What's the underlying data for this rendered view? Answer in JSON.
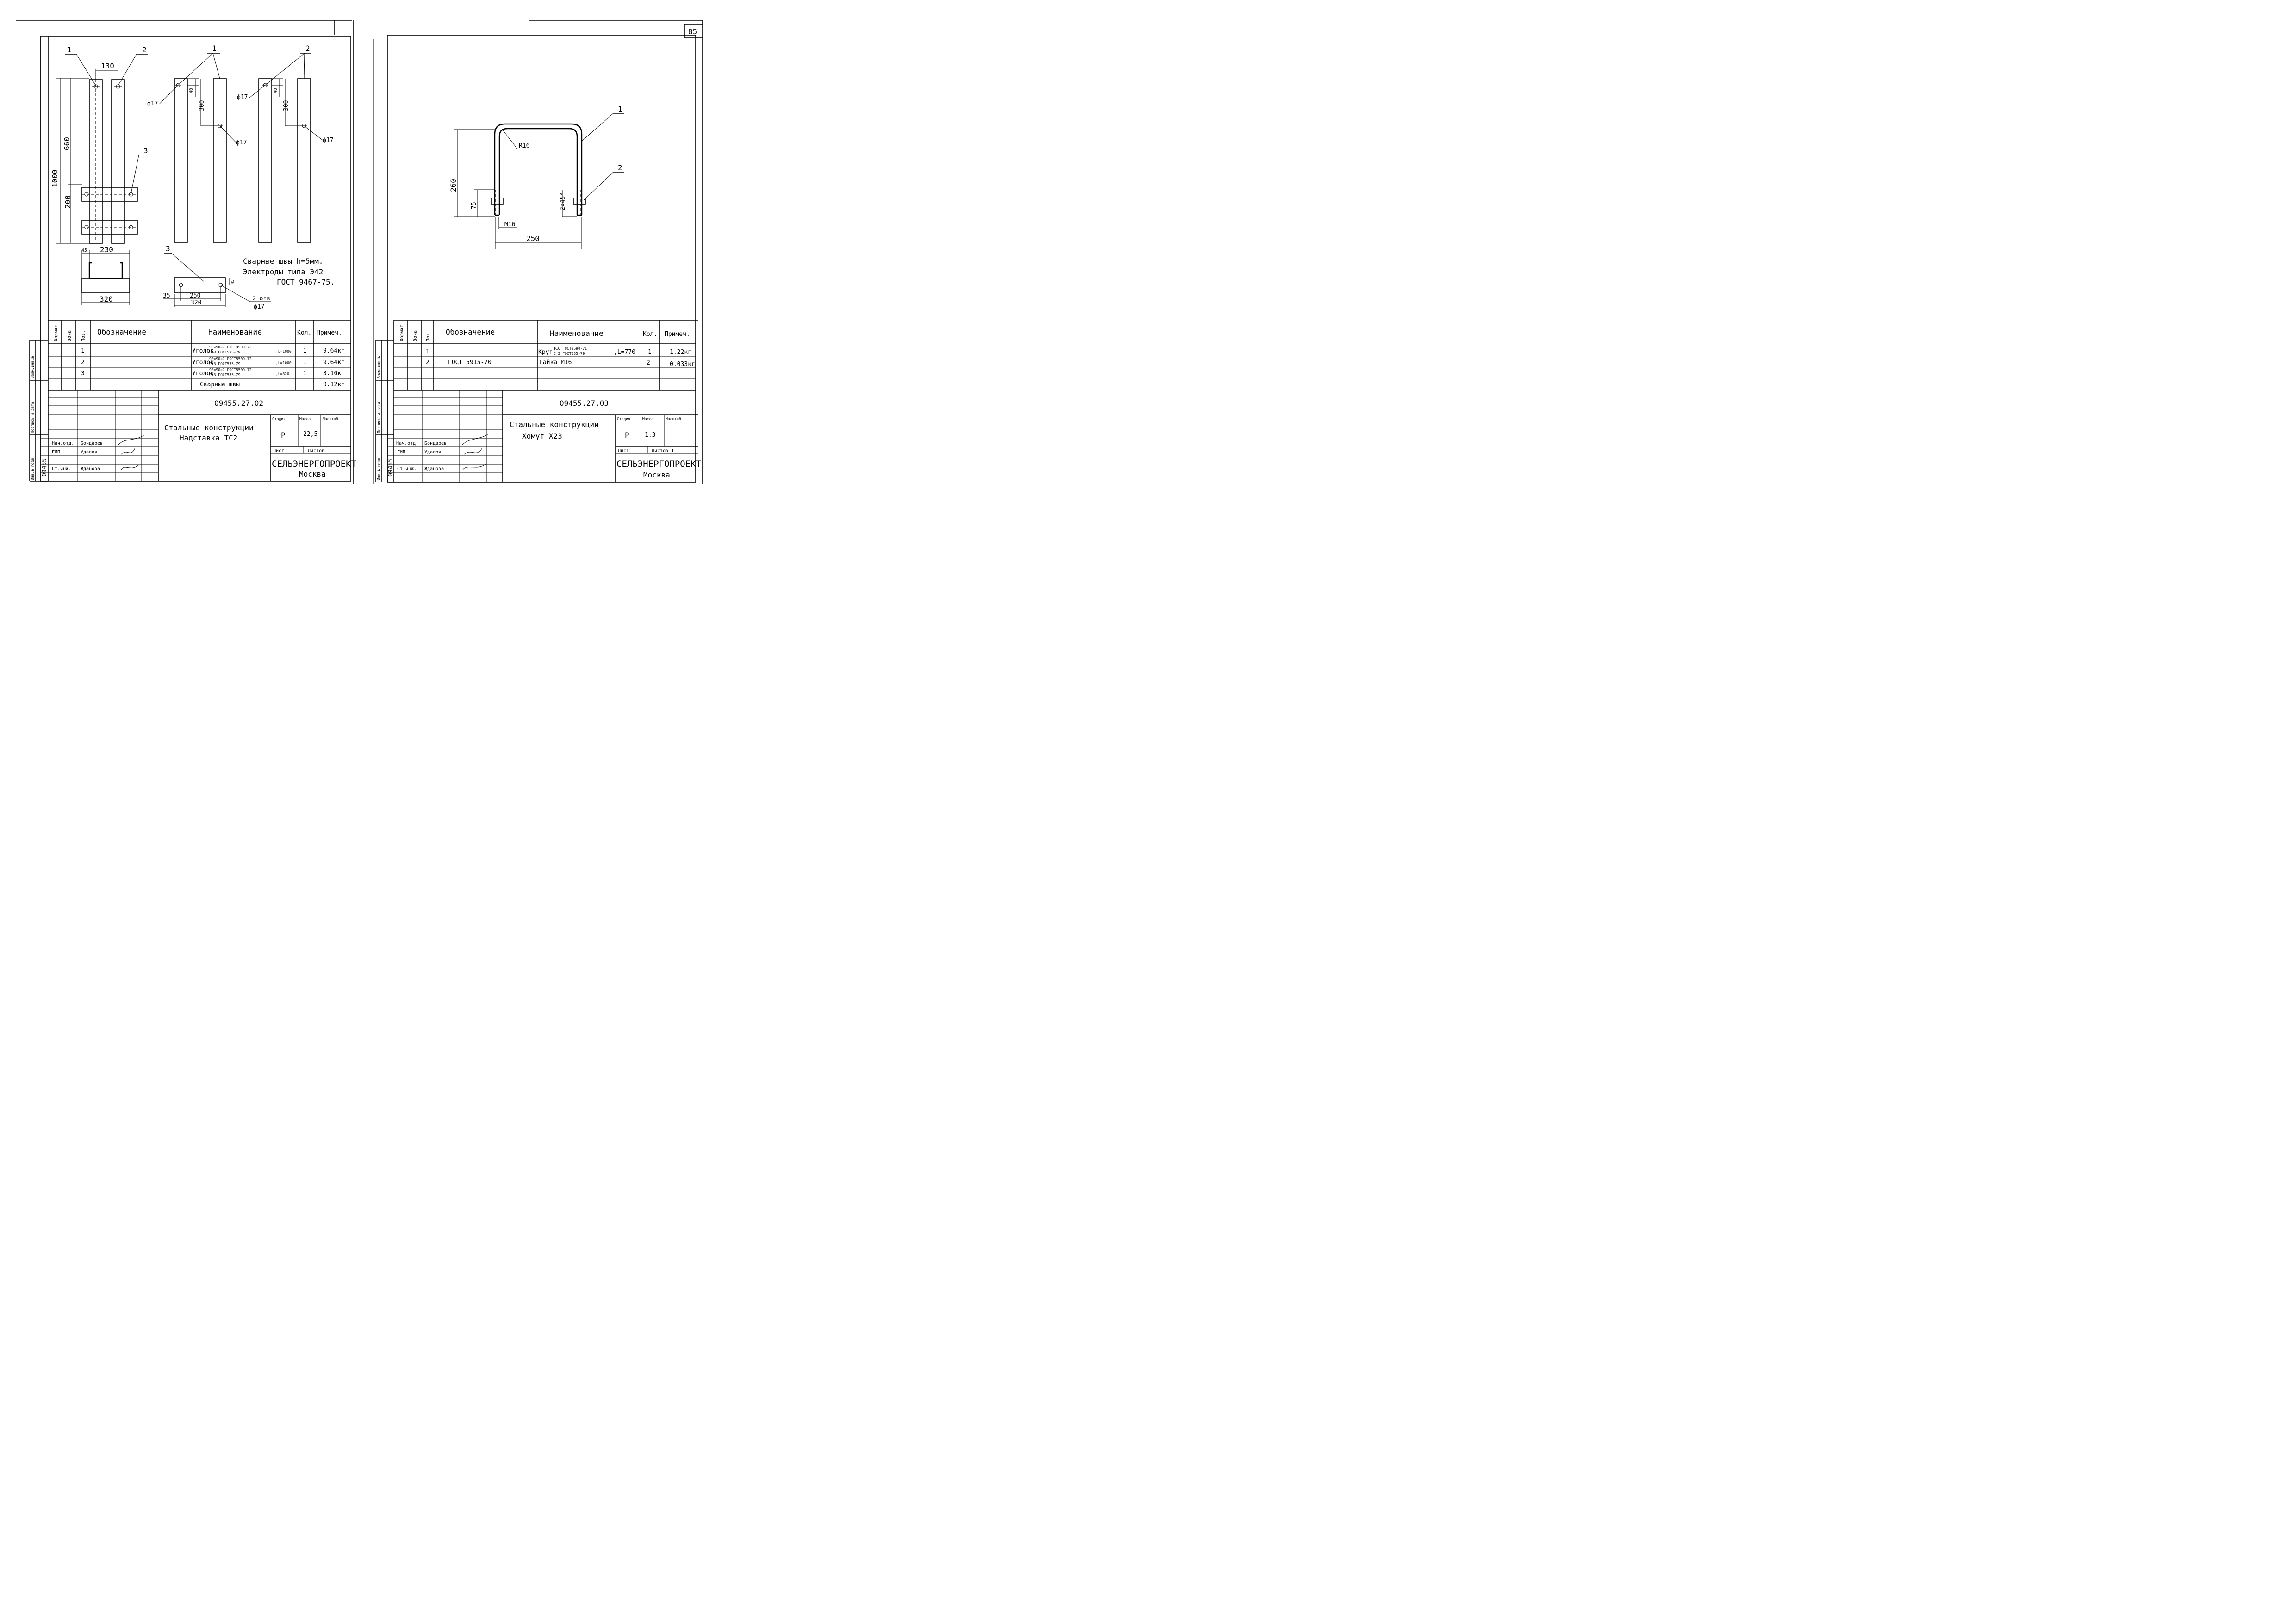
{
  "page_number": "85",
  "left_sheet": {
    "drawing": {
      "callouts": [
        "1",
        "2",
        "3"
      ],
      "dims": {
        "spacing": "130",
        "length_top": "660",
        "total": "1000",
        "lower": "200",
        "w_45": "45",
        "w_230": "230",
        "w_320": "320",
        "hole_dia": "ф17",
        "hole_top": "40",
        "hole_mid": "300",
        "plate_35": "35",
        "plate_250": "250",
        "plate_320": "320",
        "plate_45": "45",
        "holes_note": "2 отв",
        "holes_dia": "ф17"
      },
      "notes": [
        "Сварные швы h=5мм.",
        "Электроды типа Э42",
        "ГОСТ 9467-75."
      ]
    },
    "spec": {
      "headers": [
        "Формат",
        "Зона",
        "Поз.",
        "Обозначение",
        "Наименование",
        "Кол.",
        "Примеч."
      ],
      "rows": [
        {
          "pos": "1",
          "designation": "",
          "name": "Уголок",
          "upper": "90×90×7 ГОСТ8509-72",
          "lower": "Ст3 ГОСТ535-79",
          "length": ",L=1000",
          "qty": "1",
          "note": "9.64кг"
        },
        {
          "pos": "2",
          "designation": "",
          "name": "Уголок",
          "upper": "90×90×7 ГОСТ8509-72",
          "lower": "Ст3 ГОСТ535-79",
          "length": ",L=1000",
          "qty": "1",
          "note": "9.64кг"
        },
        {
          "pos": "3",
          "designation": "",
          "name": "Уголок",
          "upper": "90×90×7 ГОСТ8509-72",
          "lower": "Ст3 ГОСТ535-79",
          "length": ",L=320",
          "qty": "1",
          "note": "3.10кг"
        },
        {
          "pos": "",
          "designation": "",
          "name": "Сварные швы",
          "upper": "",
          "lower": "",
          "length": "",
          "qty": "",
          "note": "0.12кг"
        }
      ]
    },
    "title_block": {
      "code": "09455.27.02",
      "title_line1": "Стальные конструкции",
      "title_line2": "Надставка ТС2",
      "stage_label": "Стадия",
      "mass_label": "Масса",
      "scale_label": "Масштаб",
      "stage": "Р",
      "mass": "22,5",
      "sheet_label": "Лист",
      "sheets_label": "Листов 1",
      "org": "СЕЛЬЭНЕРГОПРОЕКТ",
      "city": "Москва",
      "staff": [
        {
          "role": "Нач.отд.",
          "name": "Бондарев"
        },
        {
          "role": "ГИП",
          "name": "Удалов"
        },
        {
          "role": "Ст.инж.",
          "name": "Жданова"
        }
      ],
      "inv": "09455"
    },
    "side_labels": [
      "Инв.№ подл.",
      "Подпись и дата",
      "Взам.инв.№"
    ]
  },
  "right_sheet": {
    "drawing": {
      "callouts": [
        "1",
        "2"
      ],
      "dims": {
        "radius": "R16",
        "height": "260",
        "thread": "75",
        "chamfer": "2×45°",
        "bolt": "М16",
        "width": "250"
      }
    },
    "spec": {
      "headers": [
        "Формат",
        "Зона",
        "Поз.",
        "Обозначение",
        "Наименование",
        "Кол.",
        "Примеч."
      ],
      "rows": [
        {
          "pos": "1",
          "designation": "",
          "name": "Круг",
          "upper": "Ф16 ГОСТ2590-71",
          "lower": "Ст3 ГОСТ535-79",
          "length": ",L=770",
          "qty": "1",
          "note": "1.22кг"
        },
        {
          "pos": "2",
          "designation": "ГОСТ 5915-70",
          "name": "Гайка М16",
          "upper": "",
          "lower": "",
          "length": "",
          "qty": "2",
          "note": "0.033кг"
        }
      ]
    },
    "title_block": {
      "code": "09455.27.03",
      "title_line1": "Стальные конструкции",
      "title_line2": "Хомут Х23",
      "stage_label": "Стадия",
      "mass_label": "Масса",
      "scale_label": "Масштаб",
      "stage": "Р",
      "mass": "1.3",
      "sheet_label": "Лист",
      "sheets_label": "Листов 1",
      "org": "СЕЛЬЭНЕРГОПРОЕКТ",
      "city": "Москва",
      "staff": [
        {
          "role": "Нач.отд.",
          "name": "Бондарев"
        },
        {
          "role": "ГИП",
          "name": "Удалов"
        },
        {
          "role": "Ст.инж.",
          "name": "Жданова"
        }
      ],
      "inv": "09455"
    },
    "side_labels": [
      "Инв.№ подл.",
      "Подпись и дата",
      "Взам.инв.№"
    ]
  }
}
